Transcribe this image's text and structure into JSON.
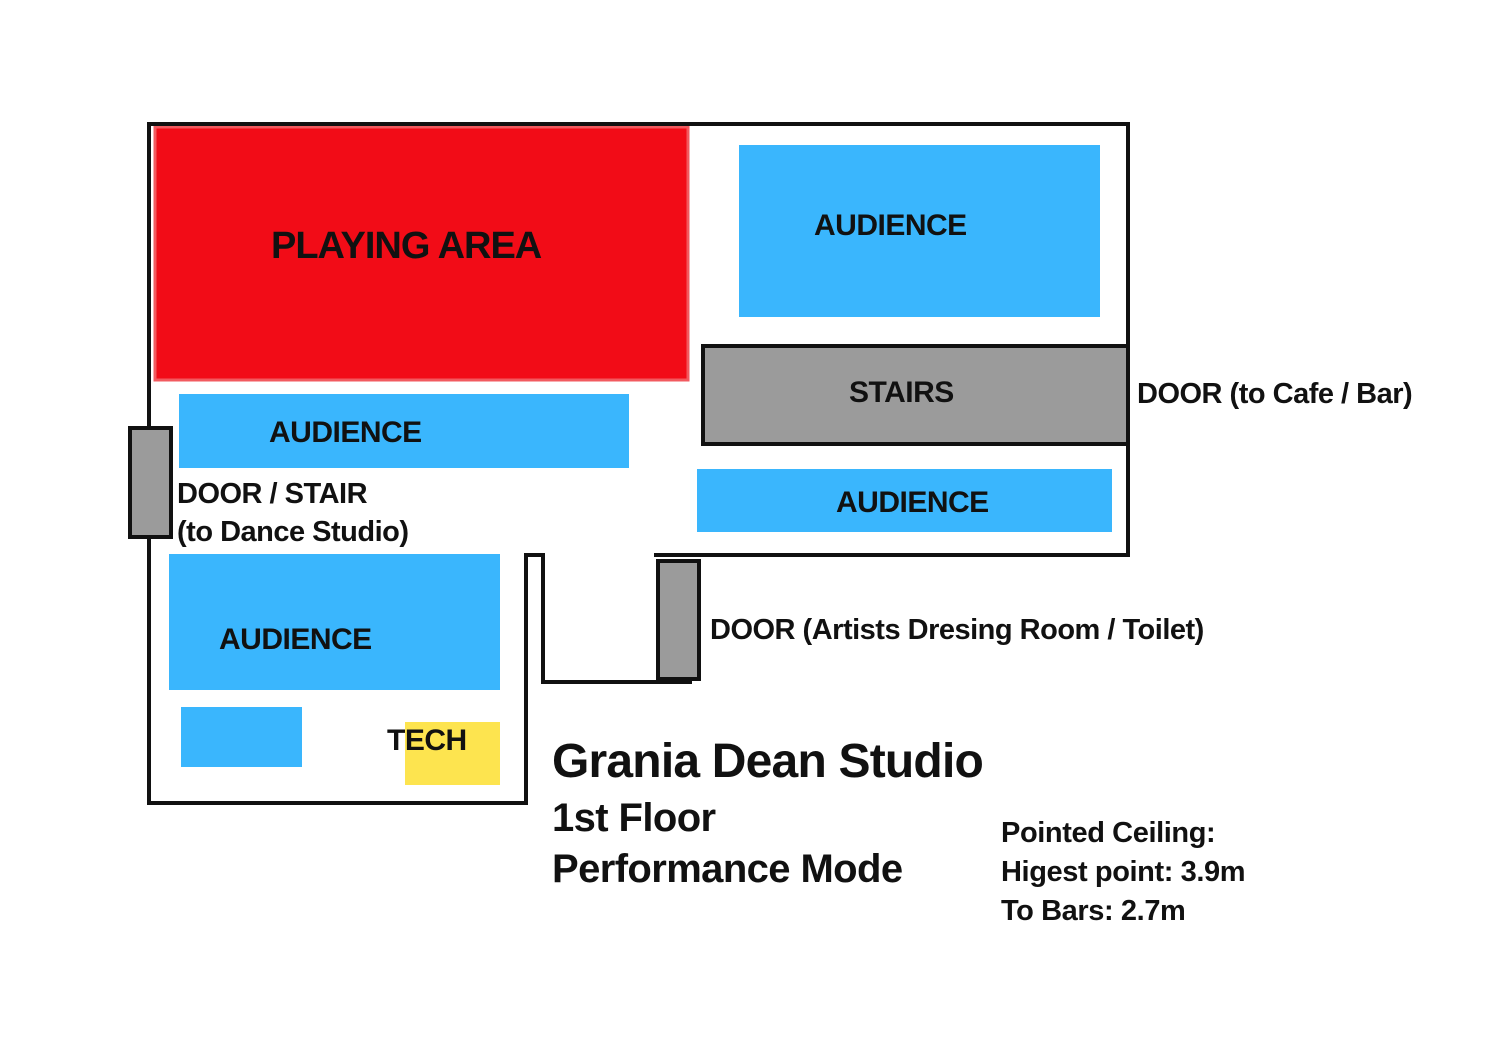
{
  "colors": {
    "playing_area": "#f20c17",
    "audience": "#3ab6fd",
    "stairs": "#9b9b9b",
    "door": "#9b9b9b",
    "tech": "#fde44f",
    "walls": "#111111"
  },
  "zones": {
    "playing_area": "PLAYING AREA",
    "audience_top_right": "AUDIENCE",
    "stairs": "STAIRS",
    "audience_middle_left": "AUDIENCE",
    "audience_middle_right": "AUDIENCE",
    "audience_bottom_left": "AUDIENCE",
    "tech": "TECH"
  },
  "doors": {
    "cafe_bar": "DOOR (to Cafe / Bar)",
    "dance_studio_line1": "DOOR / STAIR",
    "dance_studio_line2": "(to Dance Studio)",
    "dressing_room": "DOOR (Artists Dresing Room / Toilet)"
  },
  "title": {
    "name": "Grania Dean Studio",
    "floor": "1st Floor",
    "mode": "Performance Mode"
  },
  "ceiling": {
    "heading": "Pointed Ceiling:",
    "highest": "Higest point: 3.9m",
    "bars": "To Bars: 2.7m"
  }
}
